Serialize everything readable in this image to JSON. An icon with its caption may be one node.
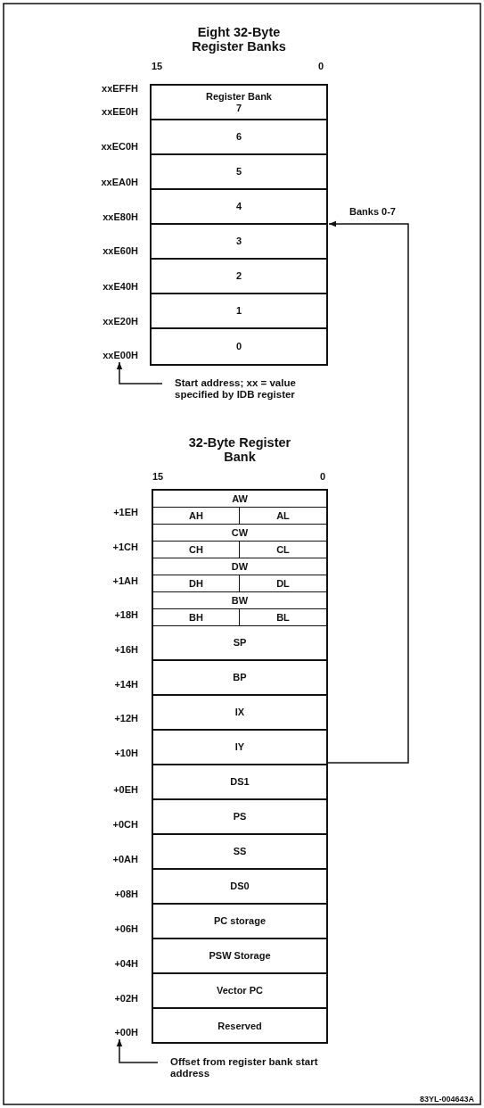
{
  "diagram": {
    "nodes": [
      {
        "text": [
          "Eight 32-Byte Register Banks"
        ]
      },
      {
        "text": [
          "Register Bank 7"
        ],
        "in": 0
      },
      {
        "text": [
          "6"
        ],
        "in": 0
      },
      {
        "text": [
          "5"
        ],
        "in": 0
      },
      {
        "text": [
          "4"
        ],
        "in": 0
      },
      {
        "text": [
          "3"
        ],
        "in": 0
      },
      {
        "text": [
          "2"
        ],
        "in": 0
      },
      {
        "text": [
          "1"
        ],
        "in": 0
      },
      {
        "text": [
          "0"
        ],
        "in": 0
      },
      {
        "text": [
          "xxE00H"
        ]
      },
      {
        "text": [
          "Start address; xx = value specified by IDB register"
        ]
      },
      {
        "text": [
          "32-Byte Register Bank"
        ]
      },
      {
        "text": [
          "AW"
        ],
        "in": 11
      },
      {
        "text": [
          "AH"
        ],
        "in": 11
      },
      {
        "text": [
          "AL"
        ],
        "in": 11
      },
      {
        "text": [
          "CW"
        ],
        "in": 11
      },
      {
        "text": [
          "CH"
        ],
        "in": 11
      },
      {
        "text": [
          "CL"
        ],
        "in": 11
      },
      {
        "text": [
          "DW"
        ],
        "in": 11
      },
      {
        "text": [
          "DH"
        ],
        "in": 11
      },
      {
        "text": [
          "DL"
        ],
        "in": 11
      },
      {
        "text": [
          "BW"
        ],
        "in": 11
      },
      {
        "text": [
          "BH"
        ],
        "in": 11
      },
      {
        "text": [
          "BL"
        ],
        "in": 11
      },
      {
        "text": [
          "SP"
        ],
        "in": 11
      },
      {
        "text": [
          "BP"
        ],
        "in": 11
      },
      {
        "text": [
          "IX"
        ],
        "in": 11
      },
      {
        "text": [
          "IY"
        ],
        "in": 11
      },
      {
        "text": [
          "DS1"
        ],
        "in": 11
      },
      {
        "text": [
          "PS"
        ],
        "in": 11
      },
      {
        "text": [
          "SS"
        ],
        "in": 11
      },
      {
        "text": [
          "DS0"
        ],
        "in": 11
      },
      {
        "text": [
          "PC storage"
        ],
        "in": 11
      },
      {
        "text": [
          "PSW Storage"
        ],
        "in": 11
      },
      {
        "text": [
          "Vector PC"
        ],
        "in": 11
      },
      {
        "text": [
          "Reserved"
        ],
        "in": 11
      },
      {
        "text": [
          "+00H"
        ]
      },
      {
        "text": [
          "Offset from register bank start address"
        ]
      }
    ],
    "edges": [
      {
        "from": 10,
        "to": 9,
        "arrow": "to"
      },
      {
        "from": 11,
        "to": 0,
        "arrow": "to",
        "label": "Banks 0-7"
      },
      {
        "from": 37,
        "to": 36,
        "arrow": "to"
      }
    ],
    "labels": [
      "15",
      "0",
      "xxEFFH",
      "xxEE0H",
      "xxEC0H",
      "xxEA0H",
      "xxE80H",
      "xxE60H",
      "xxE40H",
      "xxE20H",
      "15",
      "0",
      "+1EH",
      "+1CH",
      "+1AH",
      "+18H",
      "+16H",
      "+14H",
      "+12H",
      "+10H",
      "+0EH",
      "+0CH",
      "+0AH",
      "+08H",
      "+06H",
      "+04H",
      "+02H",
      "83YL-004643A"
    ]
  }
}
